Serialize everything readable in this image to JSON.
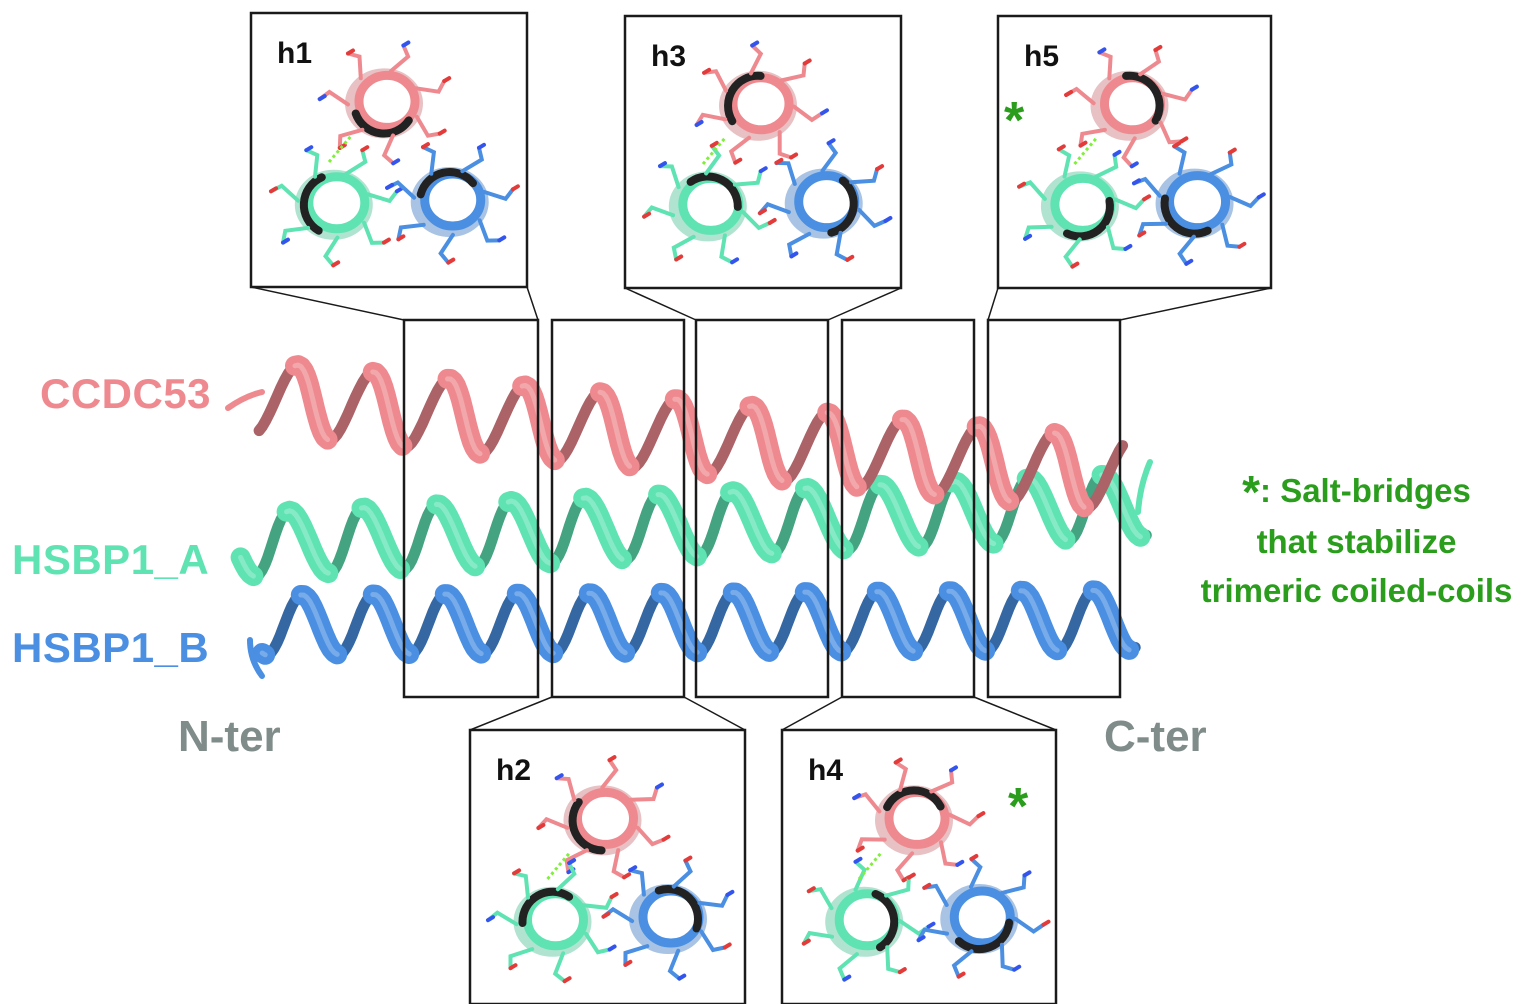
{
  "chains": [
    {
      "id": "ccdc53",
      "label": "CCDC53",
      "color": "#ee8a8f"
    },
    {
      "id": "hsbp1_a",
      "label": "HSBP1_A",
      "color": "#5fe3b3"
    },
    {
      "id": "hsbp1_b",
      "label": "HSBP1_B",
      "color": "#4a8fe2"
    }
  ],
  "termini": {
    "n": "N-ter",
    "c": "C-ter"
  },
  "panels": [
    {
      "id": "h1",
      "label": "h1",
      "salt_bridge": false
    },
    {
      "id": "h2",
      "label": "h2",
      "salt_bridge": false
    },
    {
      "id": "h3",
      "label": "h3",
      "salt_bridge": false
    },
    {
      "id": "h4",
      "label": "h4",
      "salt_bridge": true
    },
    {
      "id": "h5",
      "label": "h5",
      "salt_bridge": true
    }
  ],
  "legend": {
    "marker": "*",
    "separator": ":",
    "line1": "Salt-bridges",
    "line2": "that stabilize",
    "line3": "trimeric coiled-coils"
  },
  "colors": {
    "marker": "#2a9d1c",
    "terminus": "#7f8c8a",
    "frame": "#1a1a1a"
  }
}
